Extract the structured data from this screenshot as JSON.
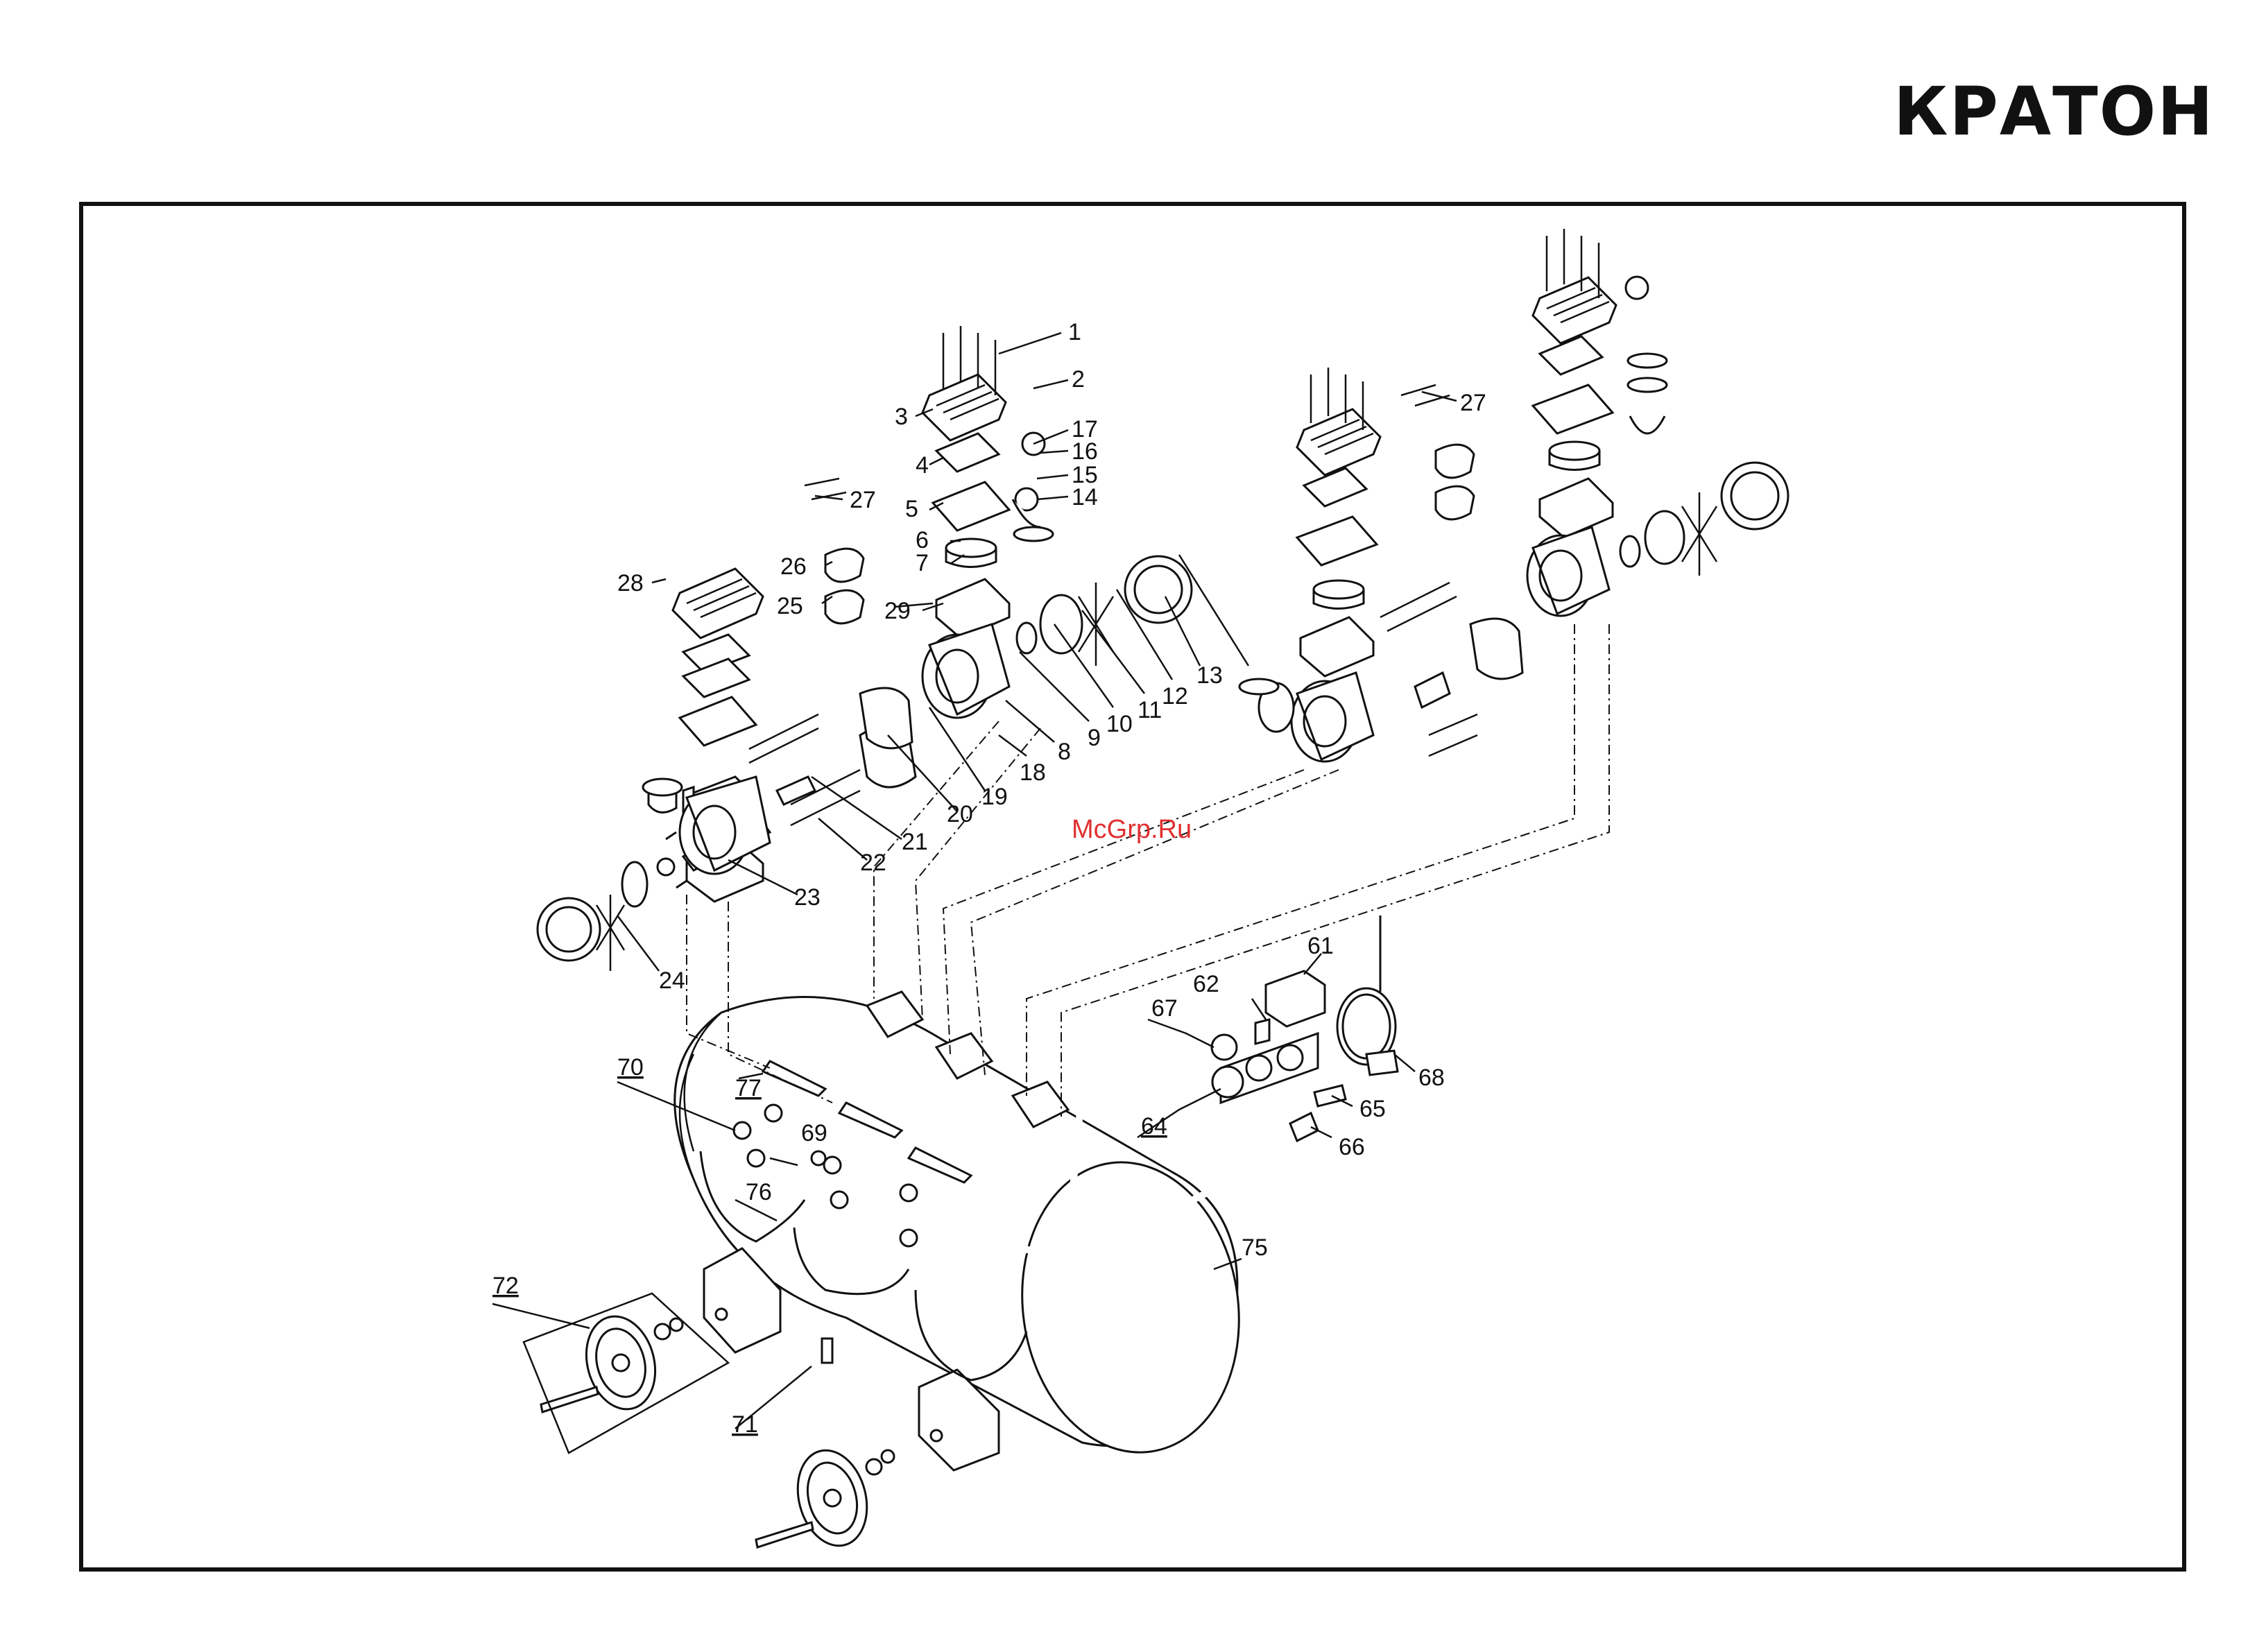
{
  "brand": {
    "logo_text": "КРАТОН"
  },
  "watermark": "McGrp.Ru",
  "callouts": [
    {
      "id": "1",
      "label": "1"
    },
    {
      "id": "2",
      "label": "2"
    },
    {
      "id": "3",
      "label": "3"
    },
    {
      "id": "4",
      "label": "4"
    },
    {
      "id": "5",
      "label": "5"
    },
    {
      "id": "6",
      "label": "6"
    },
    {
      "id": "7",
      "label": "7"
    },
    {
      "id": "8",
      "label": "8"
    },
    {
      "id": "9",
      "label": "9"
    },
    {
      "id": "10",
      "label": "10"
    },
    {
      "id": "11",
      "label": "11"
    },
    {
      "id": "12",
      "label": "12"
    },
    {
      "id": "13",
      "label": "13"
    },
    {
      "id": "14",
      "label": "14"
    },
    {
      "id": "15",
      "label": "15"
    },
    {
      "id": "16",
      "label": "16"
    },
    {
      "id": "17",
      "label": "17"
    },
    {
      "id": "18",
      "label": "18"
    },
    {
      "id": "19",
      "label": "19"
    },
    {
      "id": "20",
      "label": "20"
    },
    {
      "id": "21",
      "label": "21"
    },
    {
      "id": "22",
      "label": "22"
    },
    {
      "id": "23",
      "label": "23"
    },
    {
      "id": "24",
      "label": "24"
    },
    {
      "id": "25",
      "label": "25"
    },
    {
      "id": "26",
      "label": "26"
    },
    {
      "id": "27a",
      "label": "27"
    },
    {
      "id": "27b",
      "label": "27"
    },
    {
      "id": "28",
      "label": "28"
    },
    {
      "id": "29",
      "label": "29"
    },
    {
      "id": "61",
      "label": "61"
    },
    {
      "id": "62",
      "label": "62"
    },
    {
      "id": "64",
      "label": "64"
    },
    {
      "id": "65",
      "label": "65"
    },
    {
      "id": "66",
      "label": "66"
    },
    {
      "id": "67",
      "label": "67"
    },
    {
      "id": "68",
      "label": "68"
    },
    {
      "id": "69",
      "label": "69"
    },
    {
      "id": "70",
      "label": "70"
    },
    {
      "id": "71",
      "label": "71"
    },
    {
      "id": "72",
      "label": "72"
    },
    {
      "id": "75",
      "label": "75"
    },
    {
      "id": "76",
      "label": "76"
    },
    {
      "id": "77",
      "label": "77"
    }
  ]
}
